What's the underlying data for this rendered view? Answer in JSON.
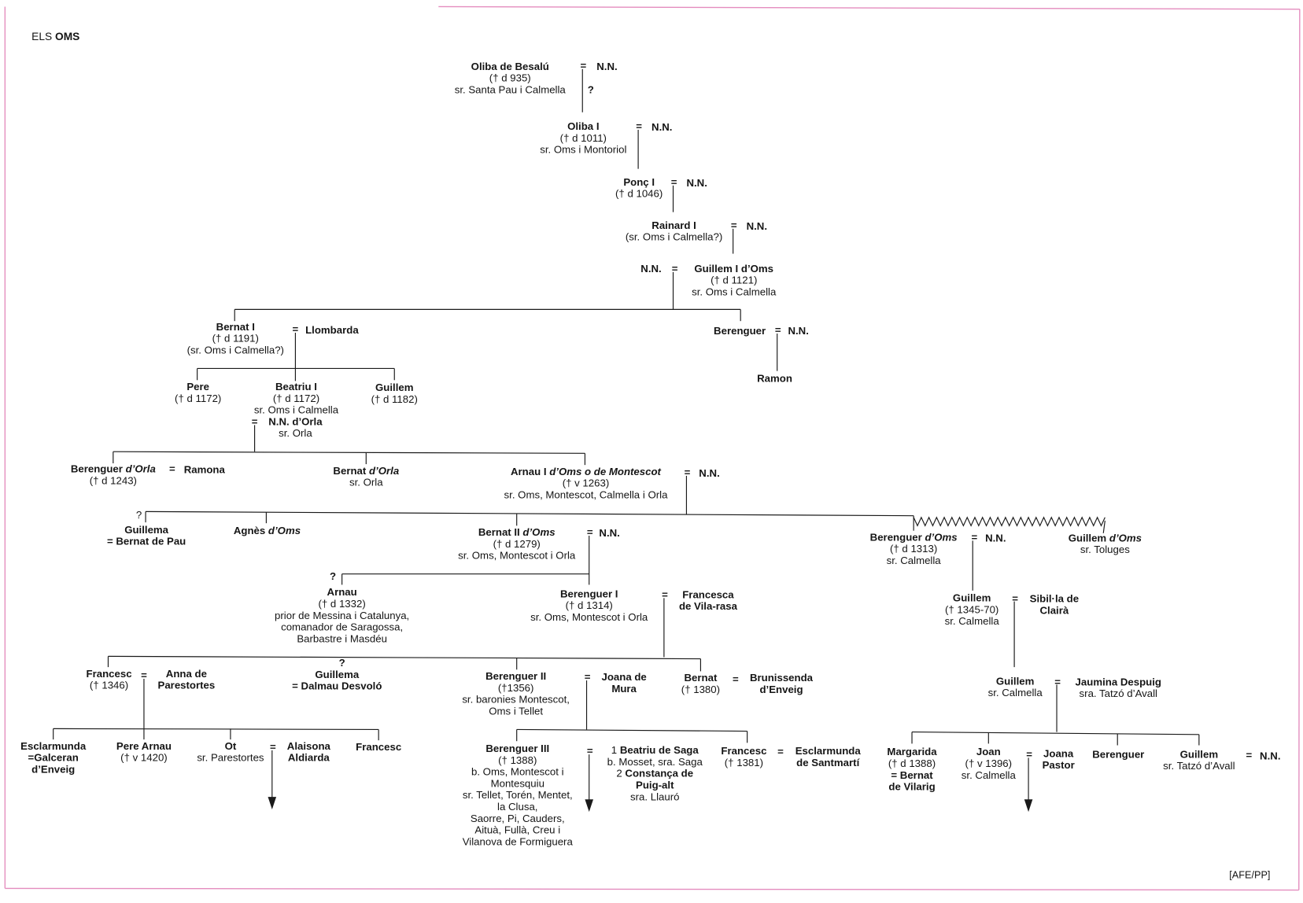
{
  "title": {
    "prefix": "ELS",
    "family": "OMS"
  },
  "symbols": {
    "marriage": "=",
    "uncertain": "?"
  },
  "people": {
    "oliba_besalu": {
      "name": "Oliba de Besalú",
      "info": [
        "(† d 935)",
        "sr. Santa Pau i Calmella"
      ],
      "spouse": "N.N."
    },
    "oliba_i": {
      "name": "Oliba I",
      "info": [
        "(† d 1011)",
        "sr. Oms i Montoriol"
      ],
      "spouse": "N.N."
    },
    "ponc_i": {
      "name": "Ponç I",
      "info": [
        "(† d 1046)"
      ],
      "spouse": "N.N."
    },
    "rainard_i": {
      "name": "Rainard I",
      "info": [
        "(sr. Oms i Calmella?)"
      ],
      "spouse": "N.N."
    },
    "guillem_i": {
      "name": "Guillem I d’Oms",
      "info": [
        "(† d 1121)",
        "sr. Oms i Calmella"
      ],
      "spouse": "N.N."
    },
    "bernat_i": {
      "name": "Bernat I",
      "info": [
        "(† d 1191)",
        "(sr. Oms i Calmella?)"
      ],
      "spouse": "Llombarda"
    },
    "berenguer_a": {
      "name": "Berenguer",
      "spouse": "N.N."
    },
    "ramon": {
      "name": "Ramon"
    },
    "pere": {
      "name": "Pere",
      "info": [
        "(† d 1172)"
      ]
    },
    "beatriu_i": {
      "name": "Beatriu I",
      "info": [
        "(† d 1172)",
        "sr. Oms i Calmella"
      ],
      "spouse": "N.N. d’Orla",
      "spouse_info": [
        "sr. Orla"
      ]
    },
    "guillem_b": {
      "name": "Guillem",
      "info": [
        "(† d 1182)"
      ]
    },
    "berenguer_orla": {
      "given": "Berenguer",
      "surname": "d’Orla",
      "info": [
        "(† d 1243)"
      ],
      "spouse": "Ramona"
    },
    "bernat_orla": {
      "given": "Bernat",
      "surname": "d’Orla",
      "info": [
        "sr. Orla"
      ]
    },
    "arnau_i": {
      "given": "Arnau I",
      "surname": "d’Oms o de Montescot",
      "info": [
        "(† v 1263)",
        "sr. Oms, Montescot, Calmella i Orla"
      ],
      "spouse": "N.N."
    },
    "guillema_a": {
      "name": "Guillema",
      "spouse_line": "= Bernat de Pau"
    },
    "agnes": {
      "given": "Agnès",
      "surname": "d’Oms"
    },
    "bernat_ii": {
      "given": "Bernat II",
      "surname": "d’Oms",
      "info": [
        "(† d 1279)",
        "sr. Oms, Montescot i Orla"
      ],
      "spouse": "N.N."
    },
    "berenguer_oms": {
      "given": "Berenguer",
      "surname": "d’Oms",
      "info": [
        "(† d 1313)",
        "sr. Calmella"
      ],
      "spouse": "N.N."
    },
    "guillem_oms": {
      "given": "Guillem",
      "surname": "d’Oms",
      "info": [
        "sr. Toluges"
      ]
    },
    "arnau": {
      "name": "Arnau",
      "info": [
        "(† d 1332)",
        "prior de Messina i Catalunya,",
        "comanador de Saragossa,",
        "Barbastre i Masdéu"
      ]
    },
    "berenguer_i": {
      "name": "Berenguer I",
      "info": [
        "(† d 1314)",
        "sr. Oms, Montescot i Orla"
      ],
      "spouse": [
        "Francesca",
        "de Vila-rasa"
      ]
    },
    "guillem_c": {
      "name": "Guillem",
      "info": [
        "(† 1345-70)",
        "sr. Calmella"
      ],
      "spouse": [
        "Sibil·la de",
        "Clairà"
      ]
    },
    "francesc_a": {
      "name": "Francesc",
      "info": [
        "(† 1346)"
      ],
      "spouse": [
        "Anna de",
        "Parestortes"
      ]
    },
    "guillema_b": {
      "name": "Guillema",
      "spouse_line": "= Dalmau Desvoló"
    },
    "berenguer_ii": {
      "name": "Berenguer II",
      "info": [
        "(†1356)",
        "sr. baronies Montescot,",
        "Oms i Tellet"
      ],
      "spouse": [
        "Joana de",
        "Mura"
      ]
    },
    "bernat_b": {
      "name": "Bernat",
      "info": [
        "(† 1380)"
      ],
      "spouse": [
        "Brunissenda",
        "d’Enveig"
      ]
    },
    "guillem_d": {
      "name": "Guillem",
      "info": [
        "sr. Calmella"
      ],
      "spouse": "Jaumina Despuig",
      "spouse_info": [
        "sra. Tatzó d’Avall"
      ]
    },
    "esclarmunda_a": {
      "name": "Esclarmunda",
      "spouse_lines": [
        "=Galceran",
        "d’Enveig"
      ]
    },
    "pere_arnau": {
      "name": "Pere Arnau",
      "info": [
        "(† v 1420)"
      ]
    },
    "ot": {
      "name": "Ot",
      "info": [
        "sr. Parestortes"
      ],
      "spouse": [
        "Alaisona",
        "Aldiarda"
      ]
    },
    "francesc_b": {
      "name": "Francesc"
    },
    "berenguer_iii": {
      "name": "Berenguer III",
      "info": [
        "(† 1388)",
        "b. Oms, Montescot i",
        "Montesquiu",
        "sr. Tellet, Torén, Mentet,",
        "la Clusa,",
        "Saorre, Pi, Cauders,",
        "Aituà, Fullà, Creu i",
        "Vilanova de Formiguera"
      ],
      "spouses": [
        {
          "num": "1",
          "name": "Beatriu de Saga",
          "info": "b. Mosset, sra. Saga"
        },
        {
          "num": "2",
          "name": [
            "Constança de",
            "Puig-alt"
          ],
          "info": "sra. Llauró"
        }
      ]
    },
    "francesc_c": {
      "name": "Francesc",
      "info": [
        "(† 1381)"
      ],
      "spouse": [
        "Esclarmunda",
        "de Santmartí"
      ]
    },
    "margarida": {
      "name": "Margarida",
      "info": [
        "(† d 1388)"
      ],
      "spouse_lines": [
        "= Bernat",
        "de Vilarig"
      ]
    },
    "joan": {
      "name": "Joan",
      "info": [
        "(† v 1396)",
        "sr. Calmella"
      ],
      "spouse": [
        "Joana",
        "Pastor"
      ]
    },
    "berenguer_b": {
      "name": "Berenguer"
    },
    "guillem_e": {
      "name": "Guillem",
      "info": [
        "sr. Tatzó d’Avall"
      ],
      "spouse": "N.N."
    }
  },
  "credit": "[AFE/PP]",
  "colors": {
    "frame": "#e48cbe",
    "ink": "#151515"
  }
}
